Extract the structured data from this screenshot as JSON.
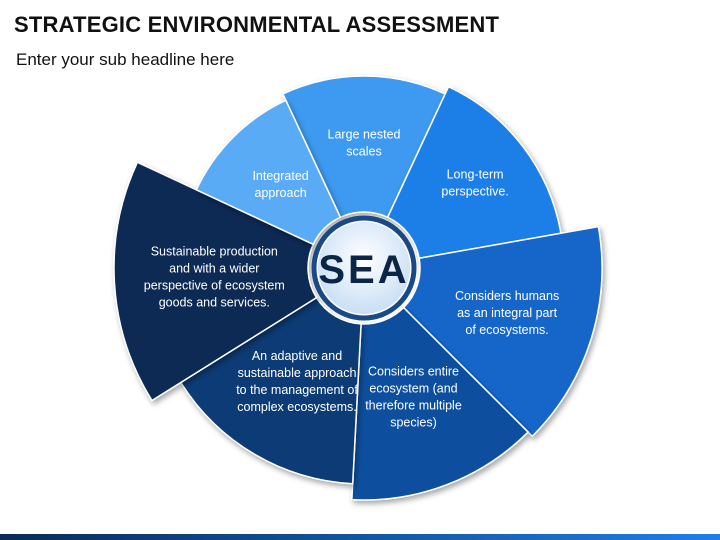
{
  "header": {
    "title": "STRATEGIC ENVIRONMENTAL ASSESSMENT",
    "subtitle": "Enter your sub headline here"
  },
  "center": {
    "label": "SEA"
  },
  "segments": [
    {
      "lines": [
        "Large nested",
        "scales"
      ],
      "color": "#3d9af0"
    },
    {
      "lines": [
        "Long-term",
        "perspective."
      ],
      "color": "#1e7fe8"
    },
    {
      "lines": [
        "Considers humans",
        "as an integral part",
        "of ecosystems."
      ],
      "color": "#1466c9"
    },
    {
      "lines": [
        "Considers entire",
        "ecosystem (and",
        "therefore multiple",
        "species)"
      ],
      "color": "#0f4f9e"
    },
    {
      "lines": [
        "An adaptive and",
        "sustainable approach",
        "to the management of",
        "complex ecosystems."
      ],
      "color": "#0d3b74"
    },
    {
      "lines": [
        "Sustainable production",
        "and with a wider",
        "perspective of ecosystem",
        "goods and services."
      ],
      "color": "#0a2b55"
    },
    {
      "lines": [
        "Integrated",
        "approach"
      ],
      "color": "#5aabf5"
    }
  ],
  "colors": {
    "center_fill": "#dcebfa",
    "center_ring": "#1a4a85",
    "bottom_bar_left": "#0a2b55",
    "bottom_bar_right": "#1e7fe8"
  }
}
